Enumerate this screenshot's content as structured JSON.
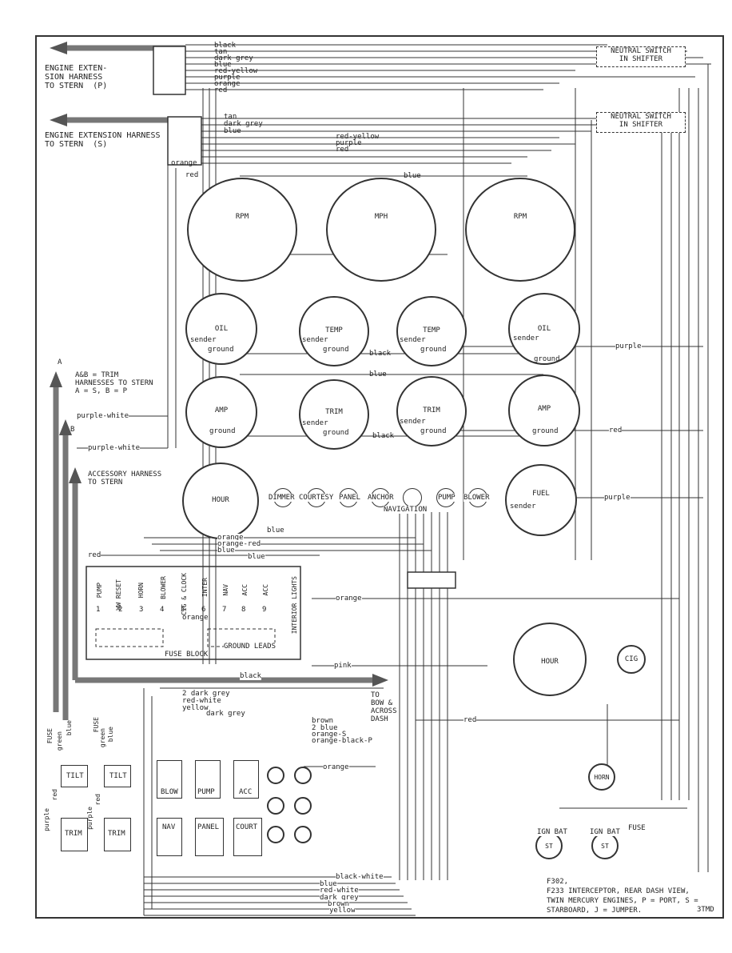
{
  "harness_top": {
    "label": "ENGINE EXTEN-\nSION HARNESS\nTO STERN  (P)",
    "wires": [
      "black",
      "tan",
      "dark grey",
      "blue",
      "red-yellow",
      "purple",
      "orange",
      "red"
    ]
  },
  "harness_second": {
    "label": "ENGINE EXTENSION HARNESS\nTO STERN  (S)",
    "wires": [
      "tan",
      "dark grey",
      "blue"
    ],
    "side_wires": [
      "orange",
      "red"
    ]
  },
  "neutral_switch": [
    "NEUTRAL SWITCH\nIN SHIFTER",
    "NEUTRAL SWITCH\nIN SHIFTER"
  ],
  "wire_labels": {
    "red_yellow": "red-yellow",
    "purple": "purple",
    "red": "red",
    "blue": "blue",
    "black": "black",
    "purple_right": "purple",
    "red_right": "red",
    "purple_fuel": "purple",
    "purple_white_a": "purple-white",
    "purple_white_b": "purple-white",
    "orange_bottom": "orange",
    "orange_red": "orange-red",
    "blue_bottom": "blue",
    "blue_b2": "blue",
    "red_left": "red",
    "orange_mid": "orange",
    "orange_fb": "orange",
    "pink": "pink",
    "black_fb": "black",
    "red_horn": "red",
    "orange_right": "orange"
  },
  "gauges": {
    "rpm1": "RPM",
    "mph": "MPH",
    "rpm2": "RPM",
    "oil1": "OIL",
    "temp1": "TEMP",
    "temp2": "TEMP",
    "oil2": "OIL",
    "amp1": "AMP",
    "trim1": "TRIM",
    "trim2": "TRIM",
    "amp2": "AMP",
    "hour1": "HOUR",
    "fuel": "FUEL",
    "hour2": "HOUR",
    "cig": "CIG",
    "horn": "HORN"
  },
  "gauge_sub": {
    "sender": "sender",
    "ground": "ground"
  },
  "trim_note": "A&B = TRIM\nHARNESSES TO STERN\nA = S, B = P",
  "arrows": {
    "a": "A",
    "b": "B"
  },
  "accessory_harness": "ACCESSORY HARNESS\nTO STERN",
  "switches": [
    "DIMMER",
    "COURTESY",
    "PANEL",
    "ANCHOR",
    "NAVIGATION",
    "PUMP",
    "BLOWER"
  ],
  "fuse_block": {
    "items": [
      "PUMP",
      "WW RESET",
      "HORN",
      "BLOWER",
      "CIG & CLOCK",
      "INTER",
      "NAV",
      "ACC",
      "ACC"
    ],
    "numbers": [
      "1",
      "2",
      "3",
      "4",
      "5",
      "6",
      "7",
      "8",
      "9"
    ],
    "title": "FUSE BLOCK",
    "ground_leads": "GROUND LEADS",
    "interior_lights": "INTERIOR LIGHTS"
  },
  "bow_harness": {
    "label": "TO\nBOW &\nACROSS\nDASH",
    "wires_left": [
      "2 dark grey",
      "red-white",
      "yellow",
      "dark grey"
    ],
    "wires_right": [
      "brown",
      "2 blue",
      "orange-S",
      "orange-black-P"
    ]
  },
  "bottom_wires": [
    "black-white",
    "blue",
    "red-white",
    "dark grey",
    "brown",
    "yellow"
  ],
  "trim_boxes": {
    "tilt": "TILT",
    "trim": "TRIM",
    "fuse": "FUSE",
    "green": "green",
    "blue": "blue",
    "purple": "purple",
    "red": "red"
  },
  "small_switches": [
    "BLOW",
    "PUMP",
    "ACC",
    "NAV",
    "PANEL",
    "COURT"
  ],
  "ign": {
    "ign_bat": "IGN BAT",
    "st": "ST",
    "fuse": "FUSE"
  },
  "caption": "F302,\nF233 INTERCEPTOR, REAR DASH VIEW,\nTWIN MERCURY ENGINES, P = PORT, S =\nSTARBOARD, J = JUMPER.",
  "caption_code": "3TMD"
}
